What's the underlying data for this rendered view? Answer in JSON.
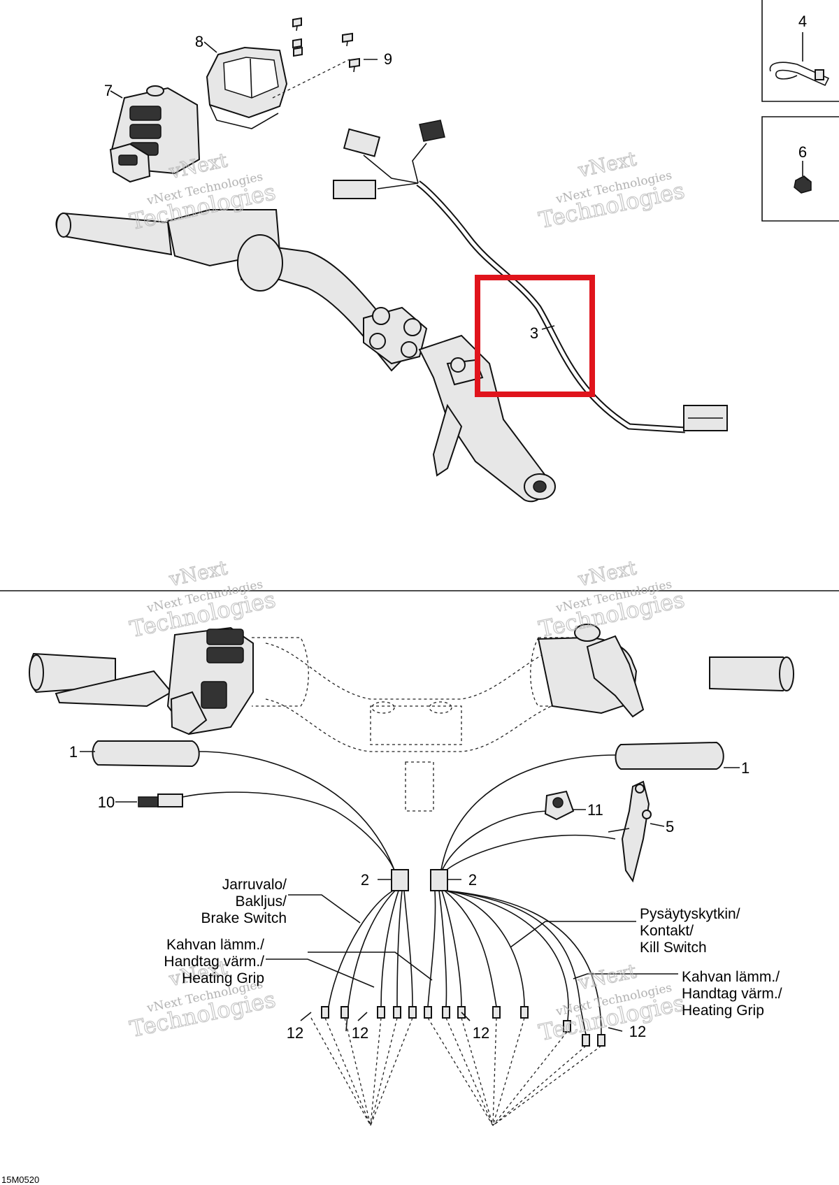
{
  "labels": {
    "l1a": "1",
    "l1b": "1",
    "l2a": "2",
    "l2b": "2",
    "l3": "3",
    "l4": "4",
    "l5": "5",
    "l6": "6",
    "l7": "7",
    "l8": "8",
    "l9": "9",
    "l10": "10",
    "l11": "11",
    "l12a": "12",
    "l12b": "12",
    "l12c": "12",
    "l12d": "12"
  },
  "callouts": {
    "brake": [
      "Jarruvalo/",
      "Bakljus/",
      "Brake Switch"
    ],
    "grip_left": [
      "Kahvan lämm./",
      "Handtag värm./",
      "Heating Grip"
    ],
    "kill": [
      "Pysäytyskytkin/",
      "Kontakt/",
      "Kill Switch"
    ],
    "grip_right": [
      "Kahvan lämm./",
      "Handtag värm./",
      "Heating Grip"
    ]
  },
  "watermark": {
    "line1": "vNext",
    "line2": "vNext Technologies",
    "line3": "Technologies"
  },
  "drawing_code": "15M0520",
  "colors": {
    "highlight": "#e0141c",
    "line": "#111111"
  }
}
